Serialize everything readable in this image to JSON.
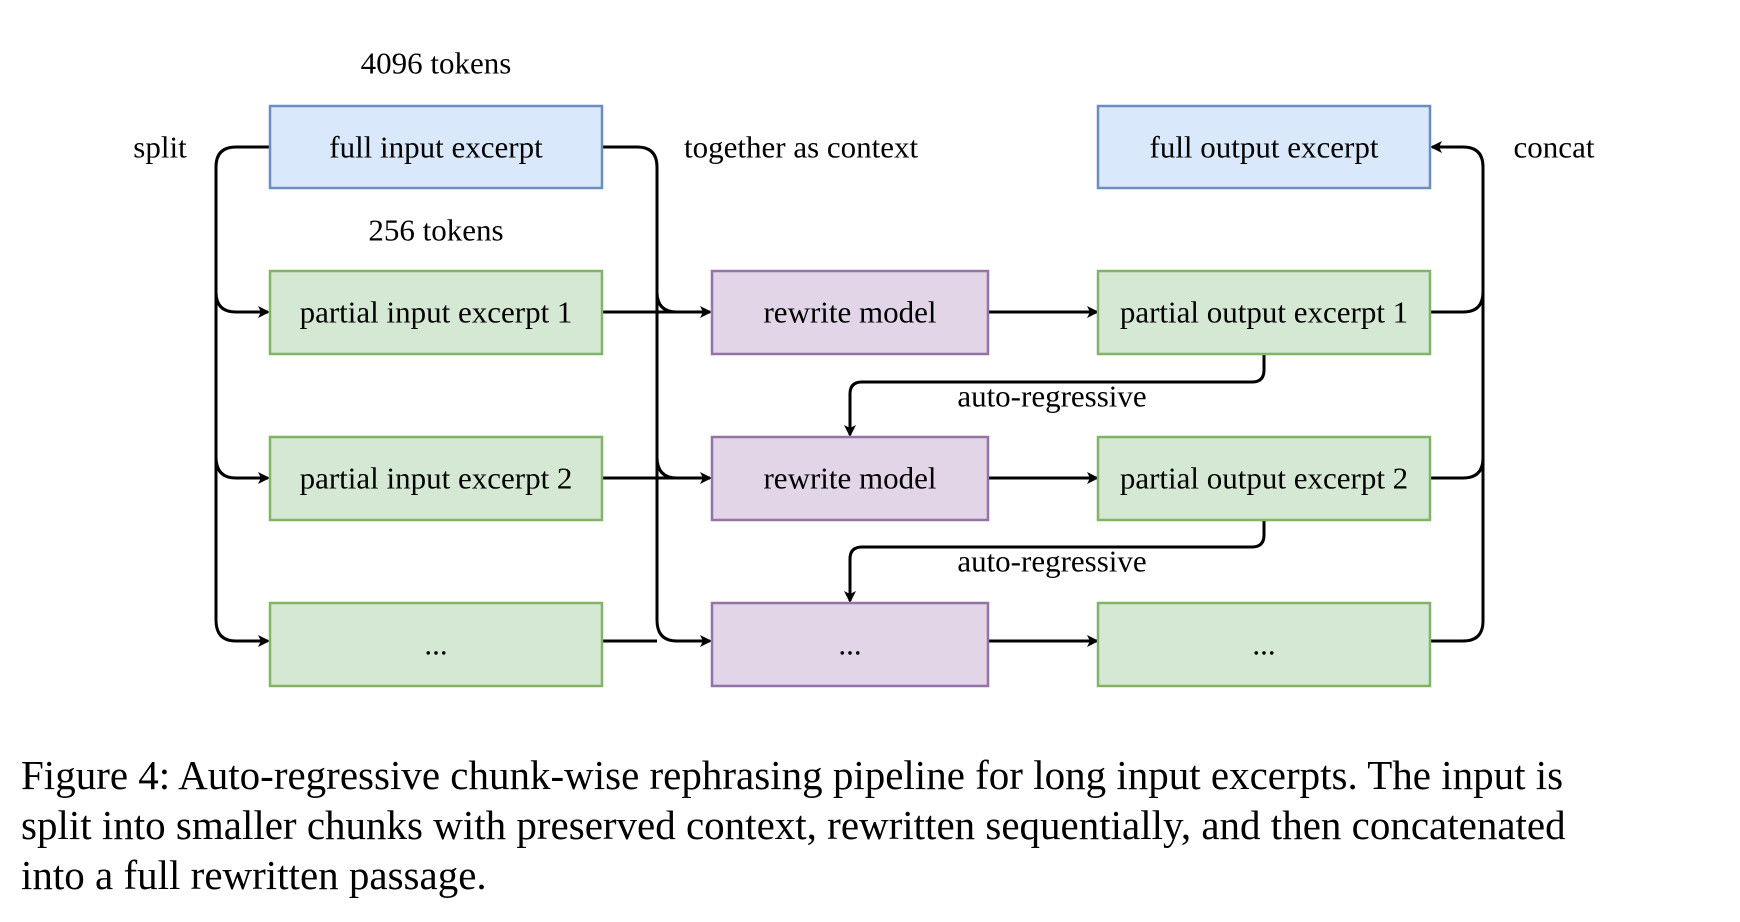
{
  "diagram": {
    "labels": {
      "tokens_4096": "4096 tokens",
      "tokens_256": "256 tokens",
      "split": "split",
      "together": "together as context",
      "concat": "concat",
      "autoregressive_1": "auto-regressive",
      "autoregressive_2": "auto-regressive"
    },
    "boxes": {
      "full_input": "full input excerpt",
      "full_output": "full output excerpt",
      "partial_input_1": "partial input excerpt 1",
      "partial_input_2": "partial input excerpt 2",
      "partial_input_3": "...",
      "rewrite_1": "rewrite model",
      "rewrite_2": "rewrite model",
      "rewrite_3": "...",
      "partial_output_1": "partial output excerpt 1",
      "partial_output_2": "partial output excerpt 2",
      "partial_output_3": "..."
    },
    "colors": {
      "blue_fill": "#dae8fc",
      "blue_stroke": "#6c8ebf",
      "green_fill": "#d5e8d4",
      "green_stroke": "#82b366",
      "purple_fill": "#e1d5e7",
      "purple_stroke": "#9673a6",
      "line": "#000000"
    }
  },
  "caption": {
    "line1": "Figure 4: Auto-regressive chunk-wise rephrasing pipeline for long input excerpts. The input is",
    "line2": "split into smaller chunks with preserved context, rewritten sequentially, and then concatenated",
    "line3": "into a full rewritten passage."
  }
}
